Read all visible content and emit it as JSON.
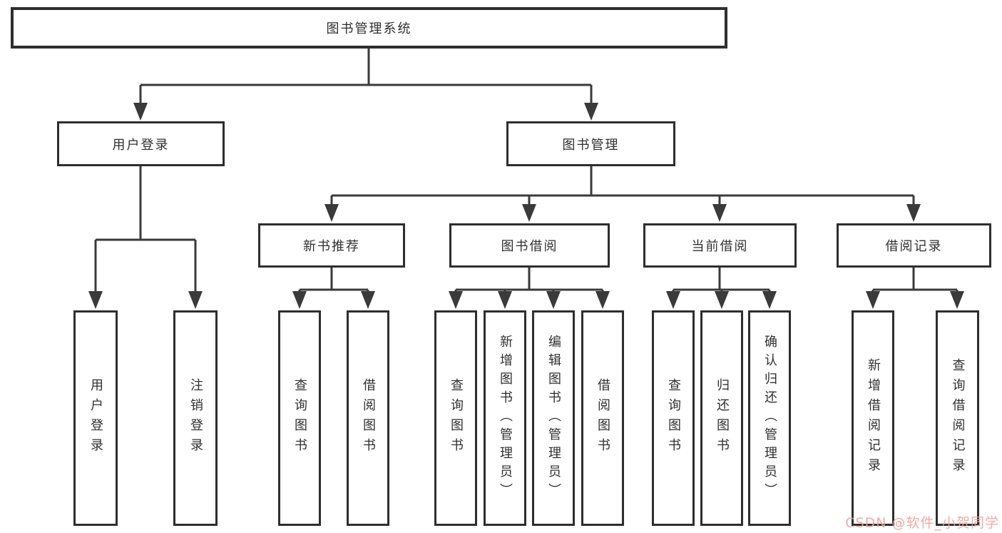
{
  "diagram": {
    "root": {
      "label": "图书管理系统"
    },
    "branches": [
      {
        "label": "用户登录",
        "children": [
          {
            "label": "用户登录"
          },
          {
            "label": "注销登录"
          }
        ]
      },
      {
        "label": "图书管理",
        "children": [
          {
            "label": "新书推荐",
            "children": [
              {
                "label": "查询图书"
              },
              {
                "label": "借阅图书"
              }
            ]
          },
          {
            "label": "图书借阅",
            "children": [
              {
                "label": "查询图书"
              },
              {
                "label": "新增图书（管理员）"
              },
              {
                "label": "编辑图书（管理员）"
              },
              {
                "label": "借阅图书"
              }
            ]
          },
          {
            "label": "当前借阅",
            "children": [
              {
                "label": "查询图书"
              },
              {
                "label": "归还图书"
              },
              {
                "label": "确认归还（管理员）"
              }
            ]
          },
          {
            "label": "借阅记录",
            "children": [
              {
                "label": "新增借阅记录"
              },
              {
                "label": "查询借阅记录"
              }
            ]
          }
        ]
      }
    ]
  },
  "watermark": {
    "text": "CSDN @软件_小贺同学",
    "color": "#f1a19b"
  },
  "colors": {
    "line": "#3a3a3a",
    "box_border": "#2e2e2e",
    "box_bg": "#ffffff",
    "text": "#2f2f2f"
  }
}
